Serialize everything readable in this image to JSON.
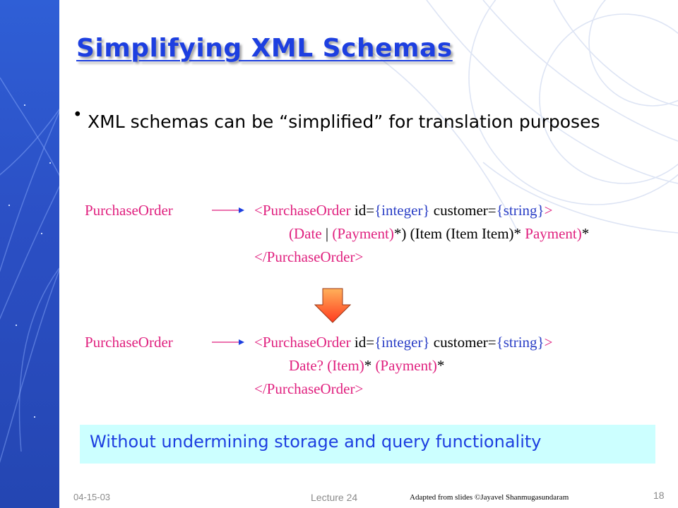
{
  "slide": {
    "title": "Simplifying XML Schemas",
    "bullet_marker": "•",
    "bullet_text": "XML schemas can be “simplified” for translation purposes"
  },
  "before": {
    "label": "PurchaseOrder",
    "line1": {
      "open": "<PurchaseOrder ",
      "id_attr": "id=",
      "id_val": "{integer}",
      "cust_attr": " customer=",
      "cust_val": "{string}",
      "close": ">"
    },
    "line2": {
      "p1": "(Date ",
      "sep": "| ",
      "p2": "(Payment)",
      "p3": "*) (Item (Item Item)",
      "p4": "* ",
      "p5": "Payment)",
      "p6": "*"
    },
    "line3": "</PurchaseOrder>"
  },
  "after": {
    "label": "PurchaseOrder",
    "line1": {
      "open": "<PurchaseOrder ",
      "id_attr": "id=",
      "id_val": "{integer}",
      "cust_attr": " customer=",
      "cust_val": "{string}",
      "close": ">"
    },
    "line2": {
      "p1": "Date? (Item)",
      "p2": "* ",
      "p3": "(Payment)",
      "p4": "*"
    },
    "line3": "</PurchaseOrder>"
  },
  "banner_text": "Without undermining storage and query functionality",
  "footer": {
    "date": "04-15-03",
    "lecture": "Lecture 24",
    "credit": "Adapted from slides ©Jayavel Shanmugasundaram",
    "page": "18"
  },
  "colors": {
    "accent_blue": "#1d3fe0",
    "pink": "#e0217f",
    "banner_bg": "#ccffff",
    "sidebar_blue": "#2b4fc4",
    "arrow_orange": "#ff5a2a"
  }
}
